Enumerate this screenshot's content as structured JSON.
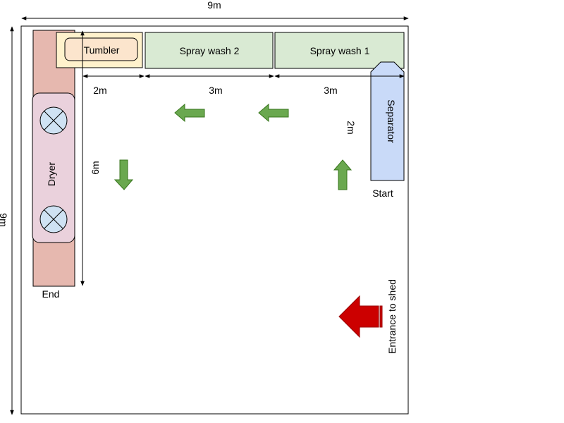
{
  "dimensions": {
    "top_width": "9m",
    "left_height": "9m",
    "seg_tumbler": "2m",
    "seg_spray2": "3m",
    "seg_spray1": "3m",
    "vertical_left": "6m",
    "vertical_right": "2m"
  },
  "equipment": {
    "tumbler": "Tumbler",
    "spray_wash_2": "Spray wash 2",
    "spray_wash_1": "Spray wash 1",
    "separator": "Separator",
    "dryer": "Dryer"
  },
  "markers": {
    "start": "Start",
    "end": "End",
    "entrance": "Entrance to shed"
  },
  "colors": {
    "conveyor": "#e6b8af",
    "dryer": "#ead1dc",
    "tumbler_outer": "#fff2cc",
    "tumbler_inner": "#fce5cd",
    "spray": "#d9ead3",
    "separator": "#c9daf8",
    "fan": "#cfe2f3",
    "flow_arrow": "#6aa84f",
    "entrance_arrow": "#cc0000"
  }
}
